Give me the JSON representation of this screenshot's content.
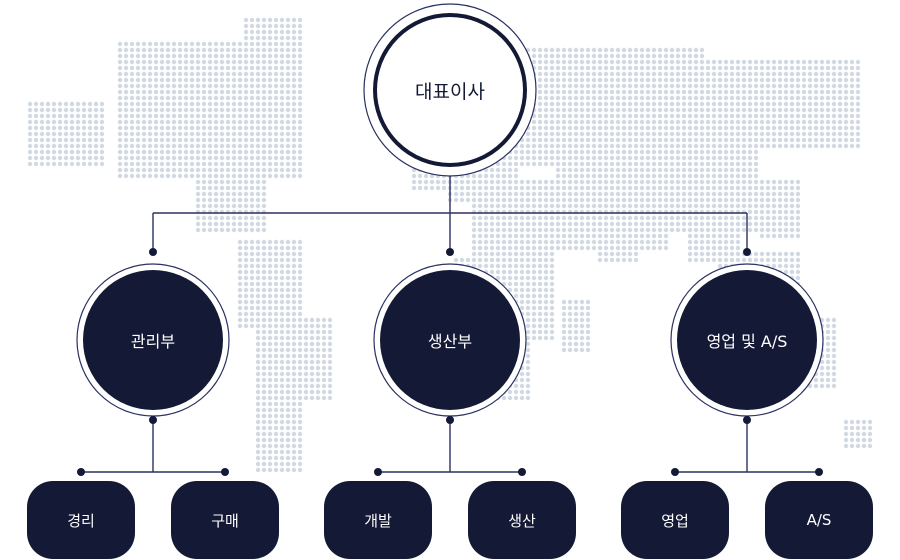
{
  "root": {
    "label": "대표이사"
  },
  "departments": [
    {
      "label": "관리부",
      "teams": [
        {
          "label": "경리"
        },
        {
          "label": "구매"
        }
      ]
    },
    {
      "label": "생산부",
      "teams": [
        {
          "label": "개발"
        },
        {
          "label": "생산"
        }
      ]
    },
    {
      "label": "영업 및 A/S",
      "teams": [
        {
          "label": "영업"
        },
        {
          "label": "A/S"
        }
      ]
    }
  ],
  "colors": {
    "navy": "#141a36",
    "line": "#2a3060",
    "map_dots": "#d3d9e3",
    "white": "#ffffff"
  }
}
